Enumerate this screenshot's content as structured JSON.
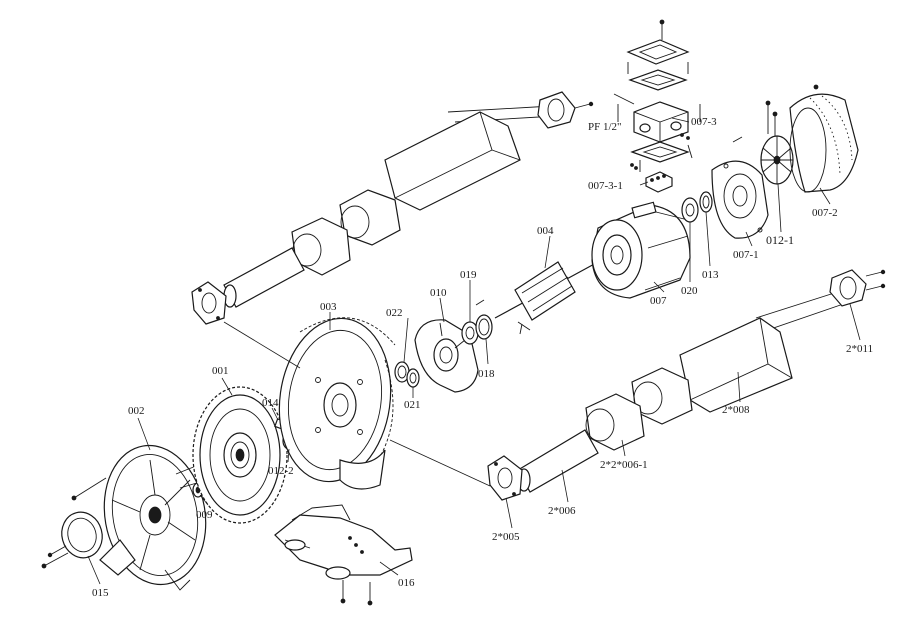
{
  "labels": [
    {
      "id": "001",
      "text": "001"
    },
    {
      "id": "002",
      "text": "002"
    },
    {
      "id": "003",
      "text": "003"
    },
    {
      "id": "004",
      "text": "004"
    },
    {
      "id": "007",
      "text": "007"
    },
    {
      "id": "007-1",
      "text": "007-1"
    },
    {
      "id": "007-2",
      "text": "007-2"
    },
    {
      "id": "007-3",
      "text": "007-3"
    },
    {
      "id": "007-3-1",
      "text": "007-3-1"
    },
    {
      "id": "pf",
      "text": "PF 1/2\""
    },
    {
      "id": "009",
      "text": "009"
    },
    {
      "id": "010",
      "text": "010"
    },
    {
      "id": "012-1",
      "text": "012-1"
    },
    {
      "id": "012-2",
      "text": "012-2"
    },
    {
      "id": "013",
      "text": "013"
    },
    {
      "id": "014",
      "text": "014"
    },
    {
      "id": "015",
      "text": "015"
    },
    {
      "id": "016",
      "text": "016"
    },
    {
      "id": "018",
      "text": "018"
    },
    {
      "id": "019",
      "text": "019"
    },
    {
      "id": "020",
      "text": "020"
    },
    {
      "id": "021",
      "text": "021"
    },
    {
      "id": "022",
      "text": "022"
    },
    {
      "id": "2x005",
      "text": "2*005"
    },
    {
      "id": "2x006",
      "text": "2*006"
    },
    {
      "id": "2x2x006-1",
      "text": "2*2*006-1"
    },
    {
      "id": "2x008",
      "text": "2*008"
    },
    {
      "id": "2x011",
      "text": "2*011"
    }
  ]
}
